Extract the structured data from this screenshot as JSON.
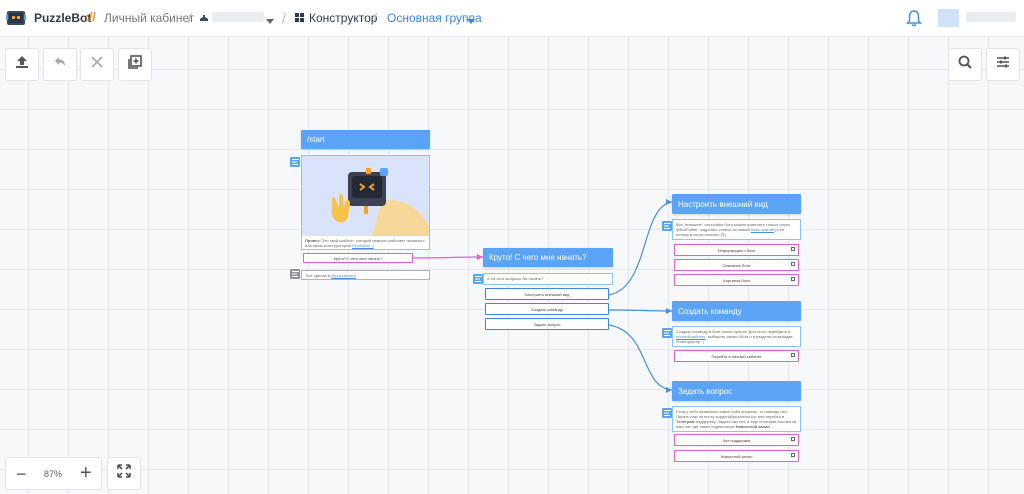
{
  "header": {
    "brand": "PuzzleBot",
    "brand_sep": "://",
    "cabinet": "Личный кабинет",
    "slash": "/",
    "constructor": "Конструктор",
    "group": "Основная группа"
  },
  "toolbar": {
    "upload_icon": "upload-icon",
    "undo_icon": "undo-icon",
    "close_icon": "close-icon",
    "add_icon": "add-block-icon",
    "search_icon": "search-icon",
    "settings_icon": "sliders-icon"
  },
  "zoom": {
    "minus": "−",
    "value": "87%",
    "plus": "+"
  },
  "nodes": {
    "start": {
      "title": "/start",
      "text_bold": "Привет!",
      "text_rest": " Это твой шаблон, который немного работает начиная с итоговым конструктором ",
      "text_link": "PuzzleBot :)",
      "button": "Круто! С чего мне начать?",
      "footer_text": "Бот сделан в ",
      "footer_link": "@puzzlebotru"
    },
    "where_start": {
      "title": "Круто! С чего мне начать?",
      "text": "А на чего вопросы бы начать?",
      "buttons": [
        "Настроить внешний вид",
        "Создать команду",
        "Задать вопрос"
      ]
    },
    "appearance": {
      "title": "Настроить внешний вид",
      "text_pre": "Все \"внешние\" настройки бота можно поменять только через @BotFather, подробно статью из нашей ",
      "text_link": "базы знаний",
      "text_post": " (я ее оплачу и итоги полезно 😉)",
      "buttons": [
        "Информация о боте",
        "Описание бота",
        "Картинка бота"
      ]
    },
    "command": {
      "title": "Создать команду",
      "text_pre": "Создать команду в боте очень просто! Для этого перейдите в ",
      "text_link": "личный кабинет",
      "text_post": ", выберите своего бота и в разделе на вкладке \"Конструктор :)",
      "buttons": [
        "Перейти в личный кабинет"
      ]
    },
    "question": {
      "title": "Задать вопрос",
      "text_pre": "Если у тебя появились какие-либо вопросы, то помощь нет! Писать нам на почту support@puzzlebot.top или перейти в ",
      "text_bold": "Телеграм",
      "text_post": "-поддержку. Задать нас нет, а еще полезная ссылка на наш чат, где также подписаться ",
      "text_bold2": "Новостной канал",
      "buttons": [
        "Чат поддержки",
        "Новостной канал"
      ]
    }
  },
  "colors": {
    "accent": "#5aa3f5",
    "pink": "#e060d2",
    "connector": "#4a90e2"
  }
}
